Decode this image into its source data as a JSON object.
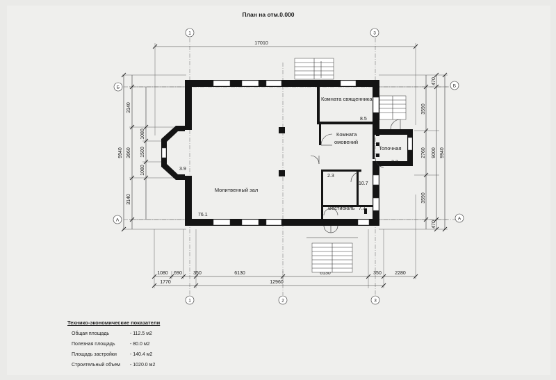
{
  "plan": {
    "title": "План на отм.0.000",
    "axes": {
      "a1": "1",
      "a2": "2",
      "a3": "3",
      "ab": "Б",
      "aa": "А"
    },
    "rooms": {
      "prayer_hall": "Молитвенный зал",
      "priest_room": "Комната священника",
      "ablution_room_l1": "Комната",
      "ablution_room_l2": "омовений",
      "boiler_room": "Топочная",
      "vestibule": "Вестибюль"
    },
    "areas": {
      "hall": "76.1",
      "apse": "3.9",
      "priest": "8.5",
      "corridor": "2.3",
      "wc": "10.7",
      "vestibule": "7.7",
      "boiler": "3.3"
    },
    "dims": {
      "top_total": "17010",
      "bottom_total": "12960",
      "b_1080": "1080",
      "b_690": "690",
      "b_350a": "350",
      "b_6130a": "6130",
      "b_6130b": "6130",
      "b_350b": "350",
      "b_2280": "2280",
      "b_1770": "1770",
      "l_3140a": "3140",
      "l_3660": "3660",
      "l_3140b": "3140",
      "l_1080a": "1080",
      "l_1500": "1500",
      "l_1080b": "1080",
      "l_9940": "9940",
      "r_470a": "470",
      "r_3590": "3590",
      "r_2760": "2760",
      "r_3590b": "3590",
      "r_470b": "470",
      "r_9000": "9000",
      "r_9940": "9940"
    }
  },
  "tep": {
    "title": "Технико-экономические показатели",
    "rows": [
      {
        "label": "Общая площадь",
        "value": "- 112.5 м2"
      },
      {
        "label": "Полезная площадь",
        "value": "- 80.0 м2"
      },
      {
        "label": "Площадь застройки",
        "value": "- 140.4 м2"
      },
      {
        "label": "Строительный объем",
        "value": "- 1020.0 м2"
      }
    ]
  }
}
